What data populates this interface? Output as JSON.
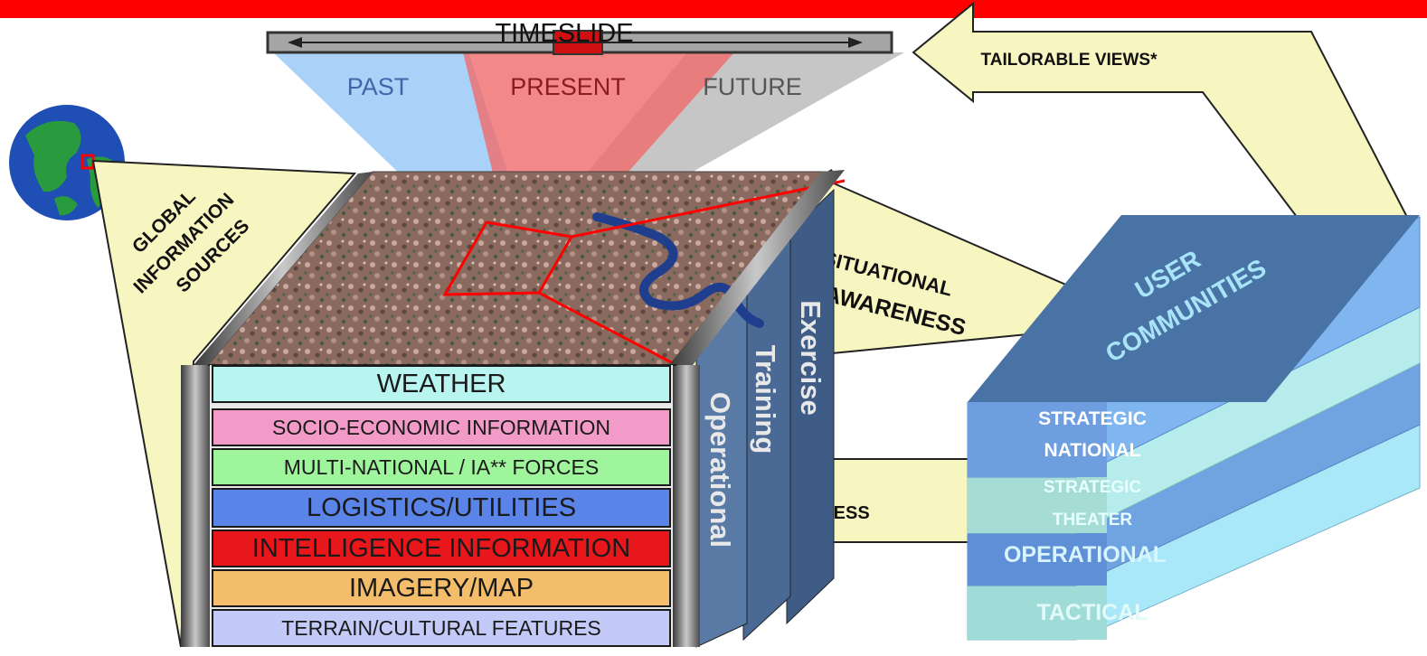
{
  "timeslide": {
    "label": "TIMESLIDE"
  },
  "time_zones": [
    "PAST",
    "PRESENT",
    "FUTURE"
  ],
  "tailorable_views": "TAILORABLE VIEWS*",
  "global_sources": [
    "GLOBAL",
    "INFORMATION",
    "SOURCES"
  ],
  "situational_awareness": [
    "SITUATIONAL",
    "AWARENESS"
  ],
  "access": "ACCESS",
  "modes": [
    "Exercise",
    "Training",
    "Operational"
  ],
  "layers": [
    {
      "label": "WEATHER",
      "color": "#b8f4f0"
    },
    {
      "label": "SOCIO-ECONOMIC INFORMATION",
      "color": "#f29ac8"
    },
    {
      "label": "MULTI-NATIONAL / IA** FORCES",
      "color": "#9ff59c"
    },
    {
      "label": "LOGISTICS/UTILITIES",
      "color": "#5b84e8"
    },
    {
      "label": "INTELLIGENCE INFORMATION",
      "color": "#e8171b"
    },
    {
      "label": "IMAGERY/MAP",
      "color": "#f3bd6b"
    },
    {
      "label": "TERRAIN/CULTURAL FEATURES",
      "color": "#c3caf7"
    }
  ],
  "user_communities": [
    "USER",
    "COMMUNITIES"
  ],
  "echelons": {
    "strategic_national": [
      "STRATEGIC",
      "NATIONAL"
    ],
    "strategic_theater": [
      "STRATEGIC",
      "THEATER"
    ],
    "operational": "OPERATIONAL",
    "tactical": "TACTICAL"
  },
  "colors": {
    "top_bar": "#ff0000",
    "past": "#8ec3f7",
    "present": "#f06a6a",
    "future": "#b3b3b3",
    "callout": "#f7f5c0",
    "stack_top": "#4a73a5",
    "stack_side": "#a8e8f8"
  }
}
